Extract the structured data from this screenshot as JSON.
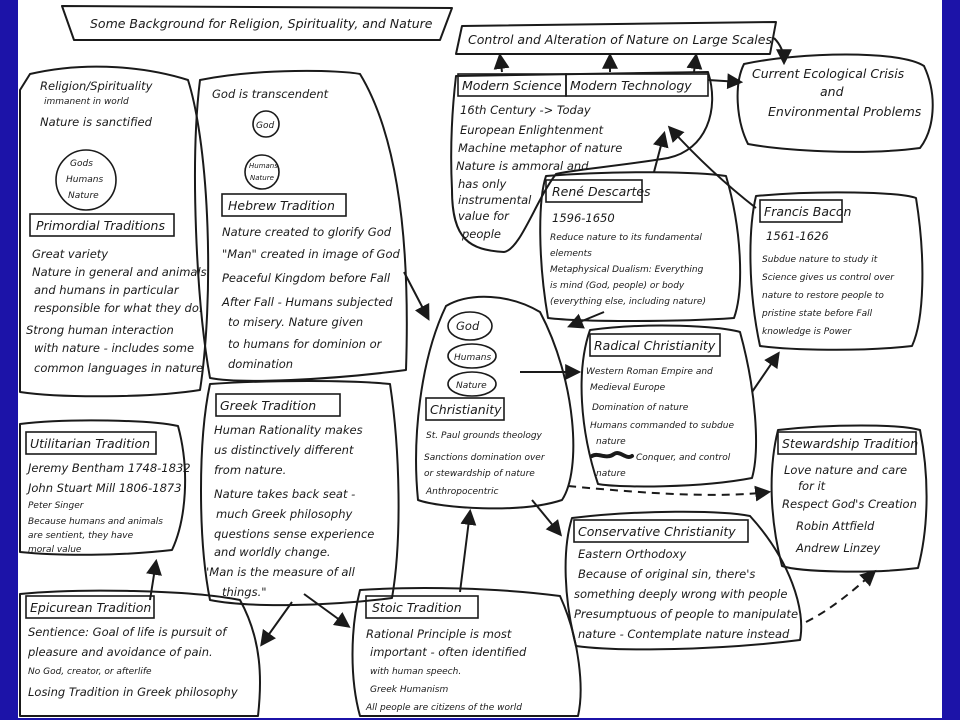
{
  "title": "Some Background for Religion, Spirituality, and Nature",
  "control": "Control and Alteration of Nature on Large Scales",
  "crisis": [
    "Current Ecological Crisis",
    "and",
    "Environmental Problems"
  ],
  "immanent": [
    "Religion/Spirituality",
    "immanent in world",
    "Nature is sanctified"
  ],
  "gods_circle": [
    "Gods",
    "Humans",
    "Nature"
  ],
  "primordial": {
    "heading": "Primordial Traditions",
    "lines": [
      "Great variety",
      "Nature in general and animals",
      "and humans in particular",
      "responsible for what they do.",
      "Strong human interaction",
      "with nature - includes some",
      "common languages in nature"
    ]
  },
  "transcendent": "God is transcendent",
  "god_circle": "God",
  "humans_nature_circle": [
    "Humans",
    "Nature"
  ],
  "hebrew": {
    "heading": "Hebrew Tradition",
    "lines": [
      "Nature created to glorify God",
      "\"Man\" created in image of God",
      "Peaceful Kingdom before Fall",
      "After Fall - Humans subjected",
      "to misery. Nature given",
      "to humans for dominion or",
      "domination"
    ]
  },
  "modern": {
    "science": "Modern Science",
    "technology": "Modern Technology",
    "lines": [
      "16th Century -> Today",
      "European Enlightenment",
      "Machine metaphor of nature",
      "Nature is ammoral and",
      "has only",
      "instrumental",
      "value for",
      "people"
    ]
  },
  "descartes": {
    "heading": "René Descartes",
    "lines": [
      "1596-1650",
      "Reduce nature to its fundamental",
      "elements",
      "Metaphysical Dualism: Everything",
      "is mind (God, people) or body",
      "(everything else, including nature)"
    ]
  },
  "bacon": {
    "heading": "Francis Bacon",
    "lines": [
      "1561-1626",
      "Subdue nature to study it",
      "Science gives us control over",
      "nature to restore people to",
      "pristine state before Fall",
      "knowledge is Power"
    ]
  },
  "christianity_stack": [
    "God",
    "Humans",
    "Nature"
  ],
  "christianity": {
    "heading": "Christianity",
    "lines": [
      "St. Paul grounds theology",
      "Sanctions domination over",
      "or stewardship of nature",
      "Anthropocentric"
    ]
  },
  "radical": {
    "heading": "Radical Christianity",
    "lines": [
      "Western Roman Empire and",
      "Medieval Europe",
      "Domination of nature",
      "Humans commanded to subdue",
      "nature",
      "Conquer, and control",
      "nature"
    ]
  },
  "stewardship": {
    "heading": "Stewardship Tradition",
    "lines": [
      "Love nature and care",
      "for it",
      "Respect God's Creation",
      "Robin Attfield",
      "Andrew Linzey"
    ]
  },
  "greek": {
    "heading": "Greek Tradition",
    "lines": [
      "Human Rationality makes",
      "us distinctively different",
      "from nature.",
      "Nature takes back seat -",
      "much Greek philosophy",
      "questions sense experience",
      "and worldly change.",
      "\"Man is the measure of all",
      "things.\""
    ]
  },
  "utilitarian": {
    "heading": "Utilitarian Tradition",
    "lines": [
      "Jeremy Bentham 1748-1832",
      "John Stuart Mill 1806-1873",
      "Peter Singer",
      "Because humans and animals",
      "are sentient, they have",
      "moral value"
    ]
  },
  "epicurean": {
    "heading": "Epicurean Tradition",
    "lines": [
      "Sentience: Goal of life is pursuit of",
      "pleasure and avoidance of pain.",
      "No God, creator, or afterlife",
      "Losing Tradition in Greek philosophy"
    ]
  },
  "stoic": {
    "heading": "Stoic Tradition",
    "lines": [
      "Rational Principle is most",
      "important - often identified",
      "with human speech.",
      "Greek Humanism",
      "All people are citizens of the world"
    ]
  },
  "conservative": {
    "heading": "Conservative Christianity",
    "lines": [
      "Eastern Orthodoxy",
      "Because of original sin, there's",
      "something deeply wrong with people",
      "Presumptuous of people to manipulate",
      "nature - Contemplate nature instead"
    ]
  },
  "colors": {
    "frame": "#1c13a8",
    "paper": "#ffffff",
    "ink": "#1a1a1a"
  }
}
